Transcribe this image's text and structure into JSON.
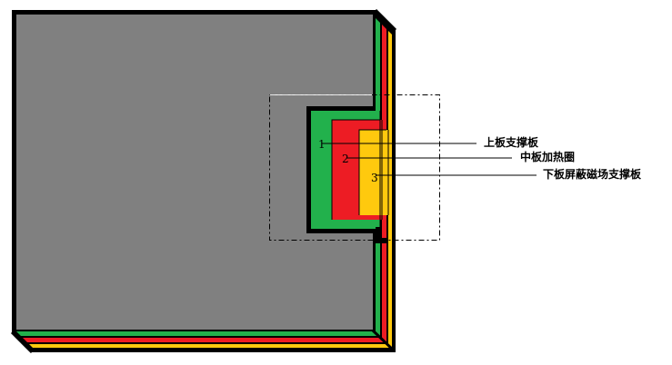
{
  "diagram": {
    "title": "",
    "colors": {
      "top_plate": "#808080",
      "layer_1": "#22b14c",
      "layer_2": "#ed1c24",
      "layer_3": "#ffc90e",
      "outline": "#000000",
      "background": "#ffffff"
    },
    "callouts": [
      {
        "number": "1",
        "label": "上板支撑板"
      },
      {
        "number": "2",
        "label": "中板加热圈"
      },
      {
        "number": "3",
        "label": "下板屏蔽磁场支撑板"
      }
    ],
    "detail_box": {
      "style": "dashed"
    }
  }
}
